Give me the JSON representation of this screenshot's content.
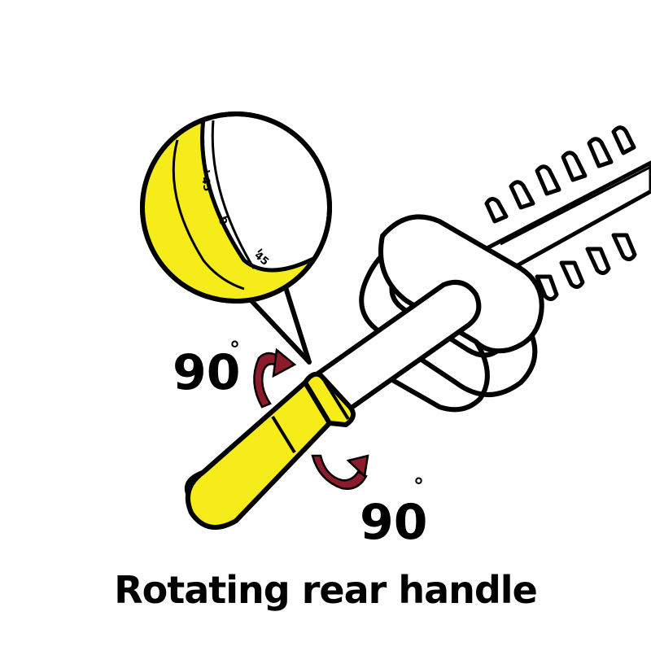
{
  "caption": "Rotating rear handle",
  "rotation_labels": {
    "upper": "90",
    "lower": "90",
    "degree_mark": "°"
  },
  "zoom_scale": {
    "left": "45",
    "center": "0",
    "right": "45",
    "degree_mark": "°"
  },
  "colors": {
    "handle_yellow": "#f5ec1a",
    "arrow_red": "#8c1b2b",
    "outline": "#000000",
    "background": "#ffffff"
  }
}
